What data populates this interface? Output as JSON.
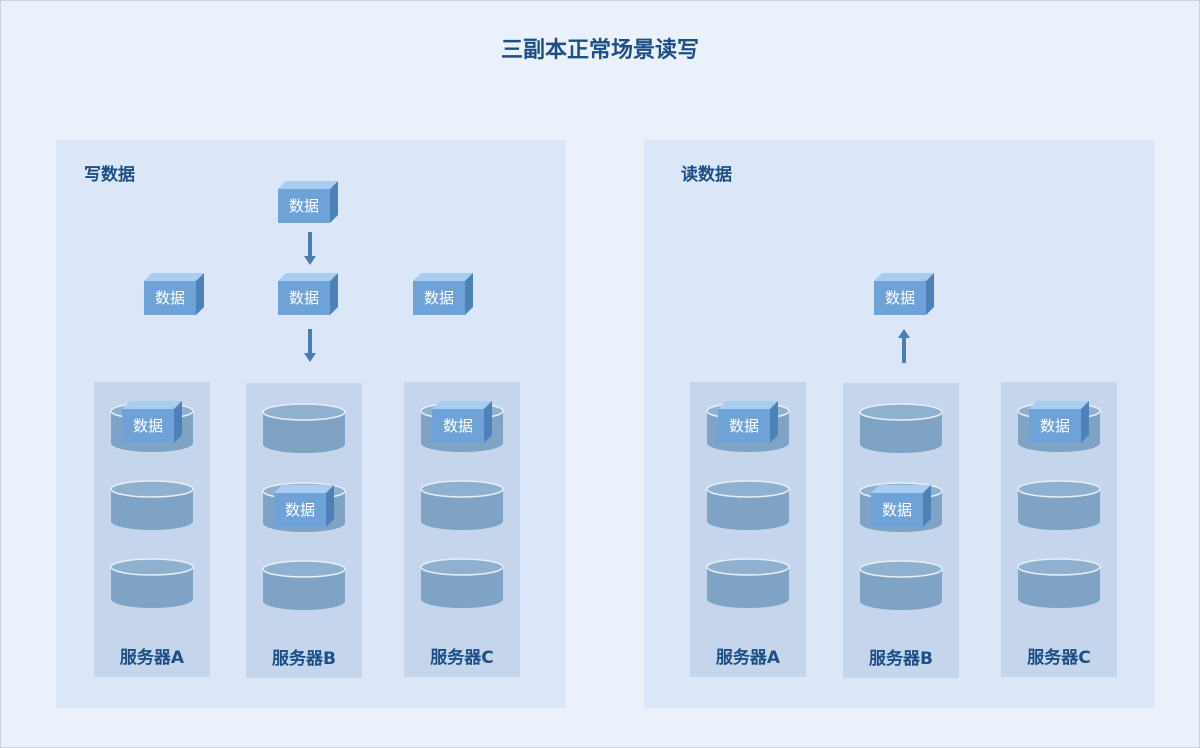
{
  "title": "三副本正常场景读写",
  "write_panel": {
    "label": "写数据",
    "incoming_block": "数据",
    "replica_blocks": [
      "数据",
      "数据",
      "数据"
    ],
    "servers": [
      {
        "name": "服务器A",
        "stored_block": "数据"
      },
      {
        "name": "服务器B",
        "stored_block": "数据"
      },
      {
        "name": "服务器C",
        "stored_block": "数据"
      }
    ]
  },
  "read_panel": {
    "label": "读数据",
    "result_block": "数据",
    "servers": [
      {
        "name": "服务器A",
        "stored_block": "数据"
      },
      {
        "name": "服务器B",
        "stored_block": "数据"
      },
      {
        "name": "服务器C",
        "stored_block": "数据"
      }
    ]
  },
  "colors": {
    "cube_front": "#6fa3d8",
    "disk": "#7ea3c4",
    "arrow": "#4a7db0",
    "title_text": "#1d4f86"
  }
}
